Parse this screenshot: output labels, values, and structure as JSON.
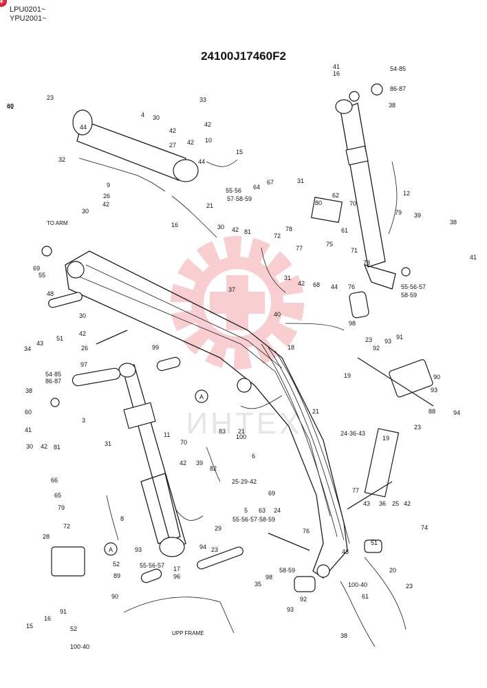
{
  "header": {
    "badge": "+",
    "serial_1": "LPU0201~",
    "serial_2": "YPU2001~",
    "title": "24100J17460F2"
  },
  "watermark": {
    "text": "ИНТЕХ",
    "color": "#e8414a",
    "icon": "gear-logo-icon"
  },
  "notes": {
    "to_arm": "TO ARM",
    "upp_frame": "UPP FRAME",
    "callout_a": "A"
  },
  "labels": [
    "23",
    "4",
    "30",
    "33",
    "42",
    "44",
    "27",
    "10",
    "42",
    "44",
    "15",
    "42",
    "32",
    "9",
    "55·56",
    "57·58·59",
    "21",
    "26",
    "30",
    "16",
    "42",
    "64",
    "67",
    "31",
    "62",
    "80",
    "70",
    "61",
    "72",
    "78",
    "75",
    "12",
    "30",
    "42",
    "81",
    "77",
    "71",
    "73",
    "79",
    "39",
    "38",
    "41",
    "55",
    "48",
    "69",
    "31",
    "42",
    "68",
    "44",
    "76",
    "37",
    "40",
    "55·56·57",
    "58·59",
    "34",
    "43",
    "51",
    "30",
    "42",
    "26",
    "99",
    "18",
    "98",
    "23",
    "54·85",
    "86·87",
    "97",
    "92",
    "93",
    "91",
    "19",
    "90",
    "93",
    "38",
    "60",
    "41",
    "88",
    "94",
    "21",
    "83",
    "21",
    "3",
    "11",
    "24·36·43",
    "19",
    "23",
    "30",
    "42",
    "81",
    "31",
    "70",
    "82",
    "100",
    "6",
    "25·29·42",
    "42",
    "39",
    "66",
    "65",
    "79",
    "72",
    "69",
    "77",
    "8",
    "5",
    "63",
    "24",
    "43",
    "36",
    "25",
    "42",
    "29",
    "55·56·57·58·59",
    "76",
    "74",
    "28",
    "52",
    "89",
    "90",
    "93",
    "94",
    "23",
    "17",
    "96",
    "55·56·57",
    "58·59",
    "98",
    "35",
    "43",
    "51",
    "20",
    "100·40",
    "61",
    "23",
    "15",
    "16",
    "91",
    "93",
    "92",
    "52",
    "100·40",
    "38",
    "41",
    "16",
    "54·85",
    "86·87",
    "38",
    "60",
    "41"
  ]
}
